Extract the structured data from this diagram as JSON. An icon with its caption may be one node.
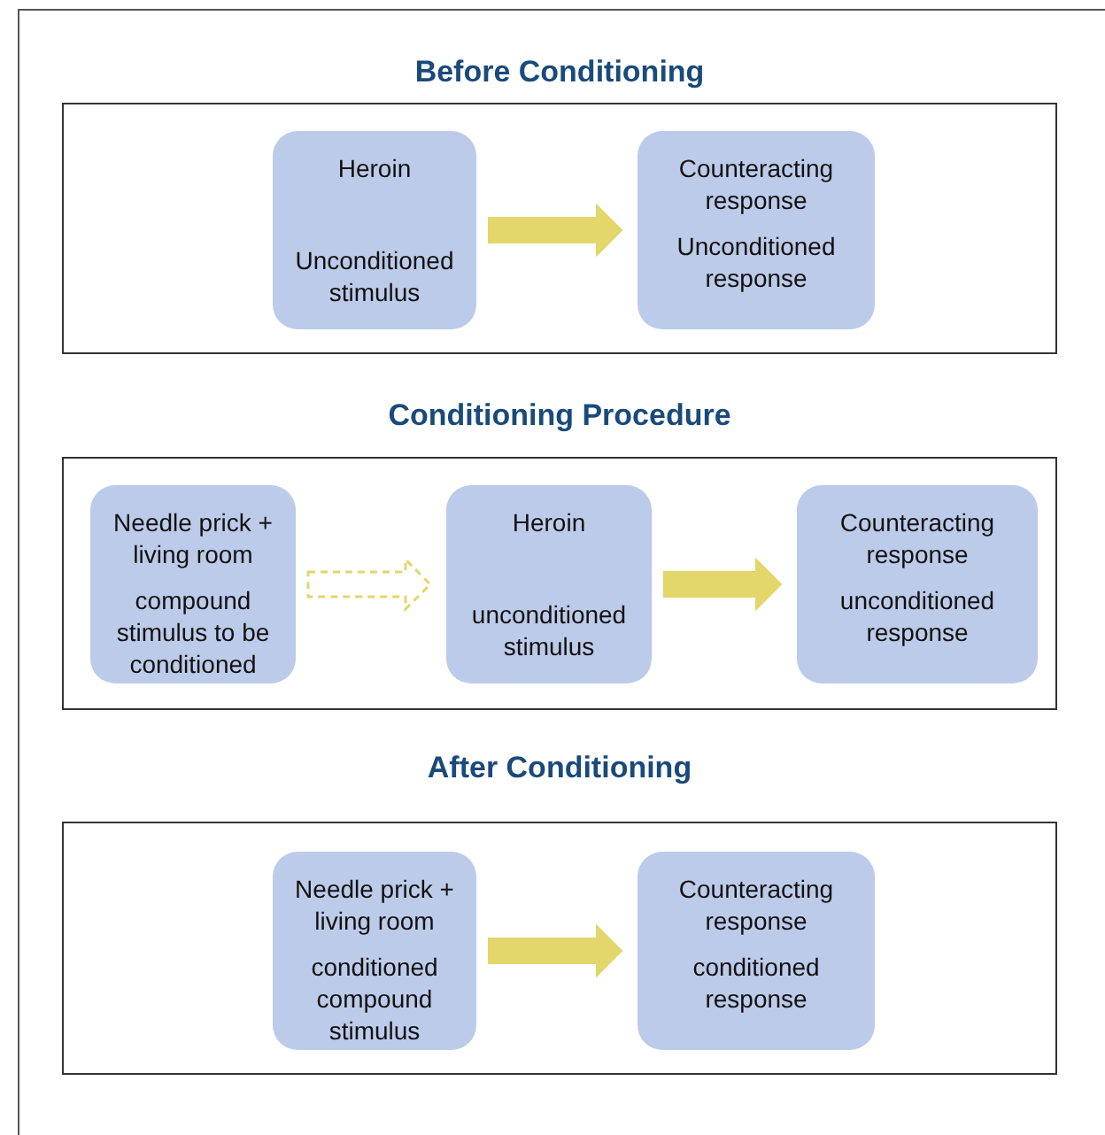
{
  "diagram": {
    "nodes": [
      {
        "text": [
          "Before Conditioning"
        ]
      },
      {
        "text": [
          "Heroin",
          "Unconditioned stimulus"
        ],
        "in": 0
      },
      {
        "text": [
          "Counteracting response",
          "Unconditioned response"
        ],
        "in": 0
      },
      {
        "text": [
          "Conditioning Procedure"
        ]
      },
      {
        "text": [
          "Needle prick + living room",
          "compound stimulus to be conditioned"
        ],
        "in": 3
      },
      {
        "text": [
          "Heroin",
          "unconditioned stimulus"
        ],
        "in": 3
      },
      {
        "text": [
          "Counteracting response",
          "unconditioned response"
        ],
        "in": 3
      },
      {
        "text": [
          "After Conditioning"
        ]
      },
      {
        "text": [
          "Needle prick + living room",
          "conditioned compound stimulus"
        ],
        "in": 7
      },
      {
        "text": [
          "Counteracting response",
          "conditioned response"
        ],
        "in": 7
      }
    ],
    "edges": [
      {
        "from": 1,
        "to": 2,
        "arrow": "to"
      },
      {
        "from": 4,
        "to": 5,
        "arrow": "to",
        "style": "dashed"
      },
      {
        "from": 5,
        "to": 6,
        "arrow": "to"
      },
      {
        "from": 8,
        "to": 9,
        "arrow": "to"
      }
    ]
  }
}
